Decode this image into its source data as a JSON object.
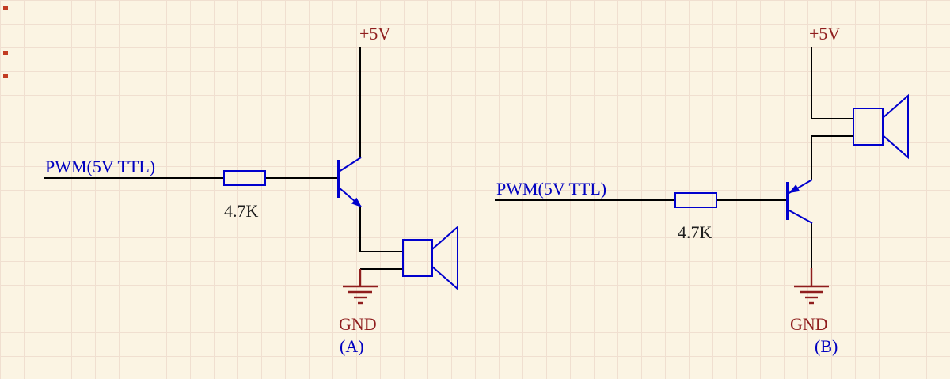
{
  "figure": {
    "kind": "circuit-schematic",
    "description": "Two transistor speaker-driver circuits driven by a 5V TTL PWM signal"
  },
  "colors": {
    "background": "#FBF4E3",
    "grid_line": "#F0DFD0",
    "wire": "#000000",
    "component_blue": "#0000CD",
    "label_blue": "#0000C0",
    "power_red": "#8F1D1D",
    "value_dark": "#1F1F1F",
    "edge_mark_red": "#C23B22"
  },
  "circuit_a": {
    "power_label": "+5V",
    "input_label": "PWM(5V TTL)",
    "resistor_value": "4.7K",
    "ground_label": "GND",
    "caption": "(A)",
    "components": [
      "series-resistor",
      "npn-transistor",
      "speaker",
      "power-ground"
    ]
  },
  "circuit_b": {
    "power_label": "+5V",
    "input_label": "PWM(5V TTL)",
    "resistor_value": "4.7K",
    "ground_label": "GND",
    "caption": "(B)",
    "components": [
      "series-resistor",
      "pnp-transistor",
      "speaker",
      "power-ground"
    ]
  }
}
